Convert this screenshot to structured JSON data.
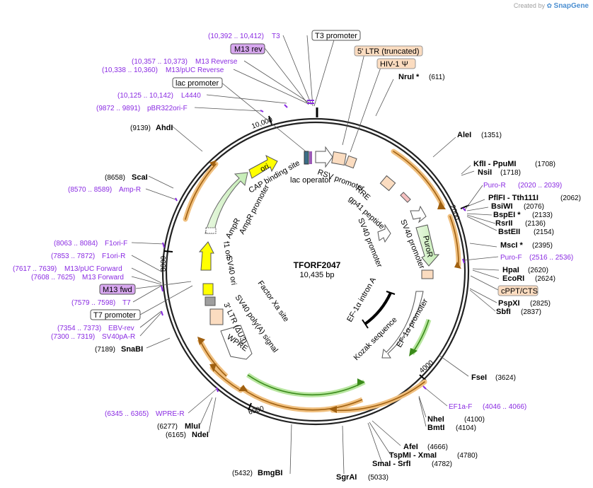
{
  "credit": {
    "prefix": "Created by",
    "brand": "SnapGene"
  },
  "plasmid": {
    "name": "TFORF2047",
    "size": "10,435 bp"
  },
  "ticks": [
    "2000",
    "4000",
    "6000",
    "8000",
    "10,000"
  ],
  "enzymes_right": [
    {
      "name": "NruI *",
      "pos": "(611)"
    },
    {
      "name": "AleI",
      "pos": "(1351)"
    },
    {
      "name": "KflI  - PpuMI",
      "pos": "(1708)"
    },
    {
      "name": "NsiI",
      "pos": "(1718)"
    },
    {
      "name": "PflFI  - Tth111I",
      "pos": "(2062)"
    },
    {
      "name": "BsiWI",
      "pos": "(2076)"
    },
    {
      "name": "BspEI *",
      "pos": "(2133)"
    },
    {
      "name": "RsrII",
      "pos": "(2136)"
    },
    {
      "name": "BstEII",
      "pos": "(2154)"
    },
    {
      "name": "MscI *",
      "pos": "(2395)"
    },
    {
      "name": "HpaI",
      "pos": "(2620)"
    },
    {
      "name": "EcoRI",
      "pos": "(2624)"
    },
    {
      "name": "PspXI",
      "pos": "(2825)"
    },
    {
      "name": "SbfI",
      "pos": "(2837)"
    },
    {
      "name": "FseI",
      "pos": "(3624)"
    },
    {
      "name": "NheI",
      "pos": "(4100)"
    },
    {
      "name": "BmtI",
      "pos": "(4104)"
    },
    {
      "name": "AfeI",
      "pos": "(4666)"
    },
    {
      "name": "TspMI  - XmaI",
      "pos": "(4780)"
    },
    {
      "name": "SmaI  - SrfI",
      "pos": "(4782)"
    },
    {
      "name": "SgrAI",
      "pos": "(5033)"
    }
  ],
  "enzymes_left": [
    {
      "name": "AhdI",
      "pos": "(9139)"
    },
    {
      "name": "ScaI",
      "pos": "(8658)"
    },
    {
      "name": "SnaBI",
      "pos": "(7189)"
    },
    {
      "name": "MluI",
      "pos": "(6277)"
    },
    {
      "name": "NdeI",
      "pos": "(6165)"
    },
    {
      "name": "BmgBI",
      "pos": "(5432)"
    }
  ],
  "primers": [
    {
      "name": "T3",
      "range": "(10,392 .. 10,412)"
    },
    {
      "name": "M13 Reverse",
      "range": "(10,357 .. 10,373)"
    },
    {
      "name": "M13/pUC Reverse",
      "range": "(10,338 .. 10,360)"
    },
    {
      "name": "L4440",
      "range": "(10,125 .. 10,142)"
    },
    {
      "name": "pBR322ori-F",
      "range": "(9872 .. 9891)"
    },
    {
      "name": "Amp-R",
      "range": "(8570 .. 8589)"
    },
    {
      "name": "F1ori-F",
      "range": "(8063 .. 8084)"
    },
    {
      "name": "F1ori-R",
      "range": "(7853 .. 7872)"
    },
    {
      "name": "M13/pUC Forward",
      "range": "(7617 .. 7639)"
    },
    {
      "name": "M13 Forward",
      "range": "(7608 .. 7625)"
    },
    {
      "name": "T7",
      "range": "(7579 .. 7598)"
    },
    {
      "name": "EBV-rev",
      "range": "(7354 .. 7373)"
    },
    {
      "name": "SV40pA-R",
      "range": "(7300 .. 7319)"
    },
    {
      "name": "WPRE-R",
      "range": "(6345 .. 6365)"
    },
    {
      "name": "Puro-R",
      "range": "(2020 .. 2039)"
    },
    {
      "name": "Puro-F",
      "range": "(2516 .. 2536)"
    },
    {
      "name": "EF1a-F",
      "range": "(4046 .. 4066)"
    }
  ],
  "boxed_labels": {
    "t3_promoter": "T3 promoter",
    "ltr": "5' LTR (truncated)",
    "hiv": "HIV-1 Ψ",
    "m13_rev": "M13 rev",
    "lac_promoter": "lac promoter",
    "m13_fwd": "M13 fwd",
    "t7_promoter": "T7 promoter",
    "cppt": "cPPT/CTS"
  },
  "inner_labels": {
    "cap": "CAP binding site",
    "rsv": "RSV promoter",
    "lac_op": "lac operator",
    "rre": "RRE",
    "gp41": "gp41 peptide",
    "sv40_prom_a": "SV40 promoter",
    "sv40_prom_b": "SV40 promoter",
    "puror": "PuroR",
    "ef1a_intron": "EF-1α intron A",
    "ef1a_prom": "EF-1α promoter",
    "kozak": "Kozak sequence",
    "ori": "ori",
    "ampr": "AmpR",
    "ampr_prom": "AmpR promoter",
    "f1ori": "f1 ori",
    "sv40ori": "SV40 ori",
    "factor_xa": "Factor Xa site",
    "sv40polya": "SV40 poly(A) signal",
    "ltr3": "3' LTR (ΔU3)",
    "wpre": "WPRE"
  }
}
